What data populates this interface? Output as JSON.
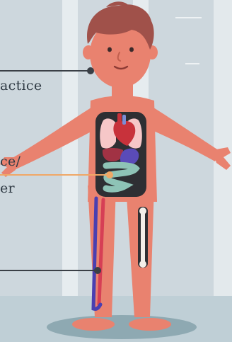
{
  "labels": {
    "top": "actice",
    "middle_line1": "ce/",
    "middle_line2": "er"
  },
  "colors": {
    "background": "#d5dde2",
    "skin": "#e9826f",
    "hair": "#a0514a",
    "torso_window": "#2e2f33",
    "leader_line_dark": "#3a3f46",
    "leader_line_orange": "#f0a766"
  }
}
